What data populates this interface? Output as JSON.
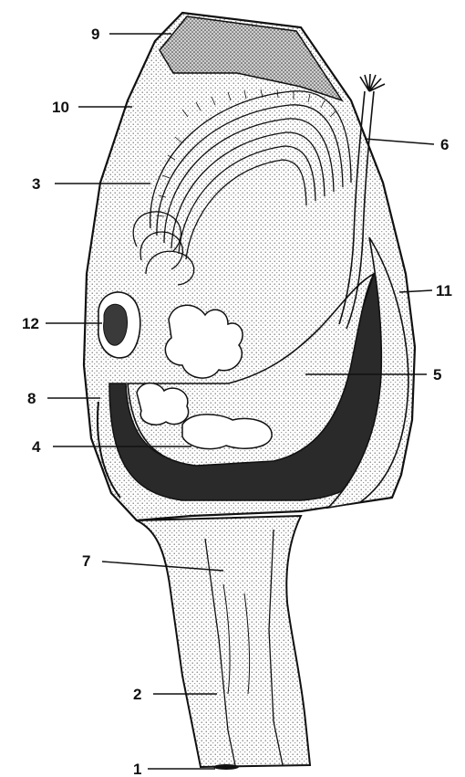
{
  "figure": {
    "labels": {
      "l1": "1",
      "l2": "2",
      "l3": "3",
      "l4": "4",
      "l5": "5",
      "l6": "6",
      "l7": "7",
      "l8": "8",
      "l9": "9",
      "l10": "10",
      "l11": "11",
      "l12": "12"
    }
  },
  "colors": {
    "ink": "#111111",
    "stipple": "#9a9a9a",
    "dark": "#2a2a2a",
    "paper": "#ffffff"
  }
}
